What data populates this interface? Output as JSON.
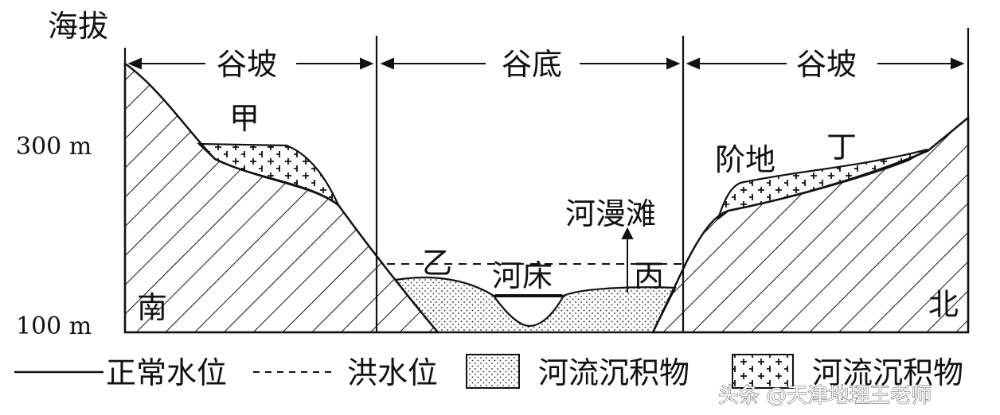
{
  "axis": {
    "title": "海拔",
    "tick_300": "300  m",
    "tick_100": "100 m"
  },
  "sections": {
    "slope_left": "谷坡",
    "valley_floor": "谷底",
    "slope_right": "谷坡"
  },
  "directions": {
    "south": "南",
    "north": "北"
  },
  "labels": {
    "jia": "甲",
    "yi": "乙",
    "bing": "丙",
    "ding": "丁",
    "terrace": "阶地",
    "floodplain": "河漫滩",
    "riverbed": "河床"
  },
  "legend": {
    "normal_water": "正常水位",
    "flood_water": "洪水位",
    "sediment_dots": "河流沉积物",
    "sediment_plus": "河流沉积物"
  },
  "watermark": "头条 @天津地理王老师"
}
